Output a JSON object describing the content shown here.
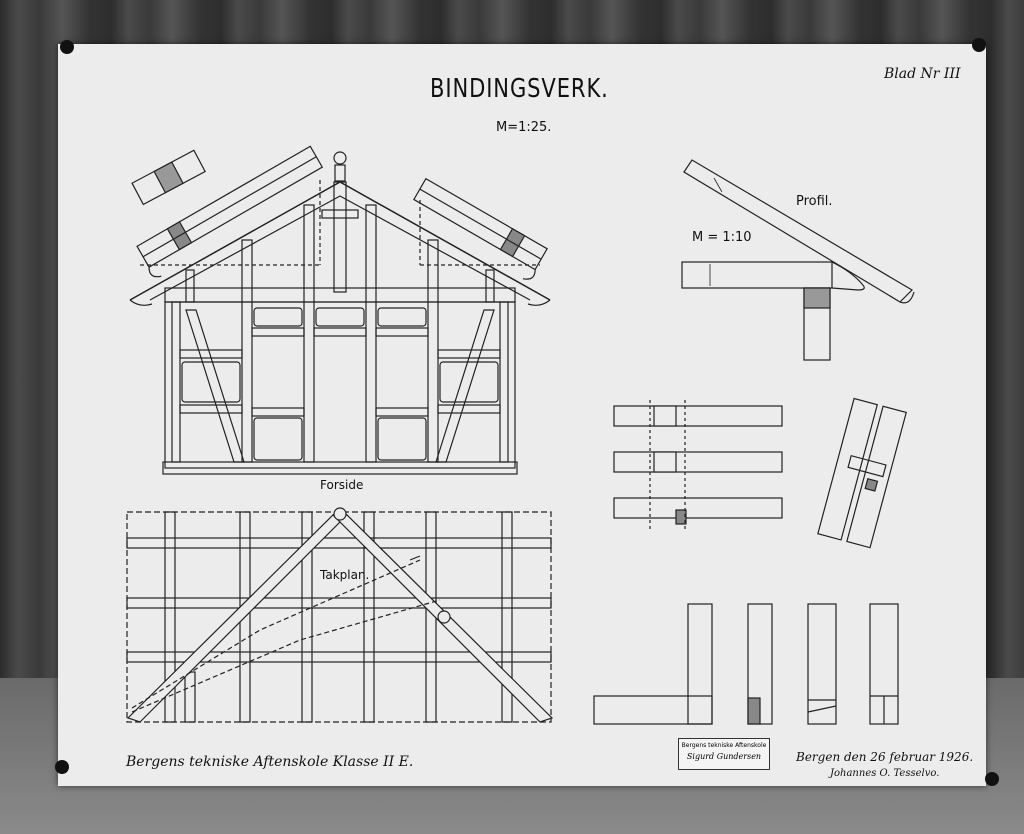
{
  "drawing": {
    "title": "BINDINGSVERK.",
    "scale": "M=1:25.",
    "sheet_number": "Blad Nr III",
    "labels": {
      "front_view": "Forside",
      "roof_plan": "Takplan.",
      "profile": "Profil.",
      "profile_scale": "M = 1:10"
    },
    "school_line": "Bergens tekniske Aftenskole Klasse II E.",
    "stamp": {
      "line1": "Bergens tekniske Aftenskole",
      "line2": "Sigurd Gundersen"
    },
    "date_line": "Bergen den 26 februar 1926.",
    "signature": "Johannes O. Tesselvo."
  }
}
